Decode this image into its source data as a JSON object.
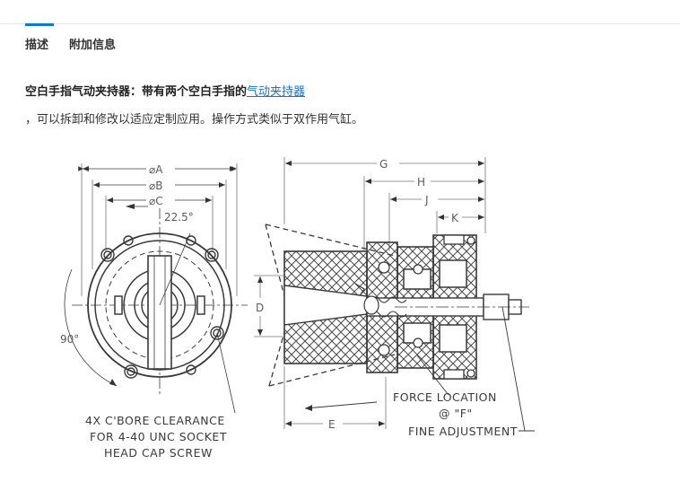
{
  "tabs": [
    {
      "label": "描述"
    },
    {
      "label": "附加信息"
    }
  ],
  "description": {
    "lead": "空白手指气动夹持器：带有两个空白手指的",
    "link_text": "气动夹持器",
    "line2": "，可以拆卸和修改以适应定制应用。操作方式类似于双作用气缸。"
  },
  "drawing": {
    "dim_a": "⌀A",
    "dim_b": "⌀B",
    "dim_c": "⌀C",
    "angle_225": "22.5°",
    "angle_90": "90°",
    "dim_d": "D",
    "dim_e": "E",
    "dim_g": "G",
    "dim_h": "H",
    "dim_j": "J",
    "dim_k": "K",
    "cbore_note": [
      "4X C'BORE CLEARANCE",
      "FOR 4-40 UNC SOCKET",
      "HEAD CAP SCREW"
    ],
    "force_note": [
      "FORCE LOCATION",
      "@ \"F\""
    ],
    "fine_adjust": "FINE ADJUSTMENT"
  }
}
